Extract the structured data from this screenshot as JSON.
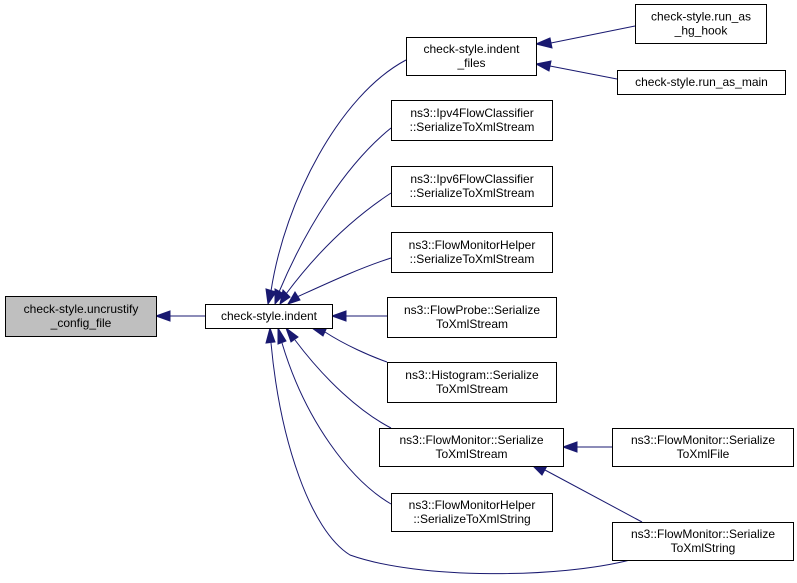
{
  "graph": {
    "nodes": [
      {
        "id": "uncrustify",
        "lines": [
          "check-style.uncrustify",
          "_config_file"
        ],
        "highlighted": true
      },
      {
        "id": "indent",
        "lines": [
          "check-style.indent"
        ]
      },
      {
        "id": "indent_files",
        "lines": [
          "check-style.indent",
          "_files"
        ]
      },
      {
        "id": "run_as_hg_hook",
        "lines": [
          "check-style.run_as",
          "_hg_hook"
        ]
      },
      {
        "id": "run_as_main",
        "lines": [
          "check-style.run_as_main"
        ]
      },
      {
        "id": "ipv4",
        "lines": [
          "ns3::Ipv4FlowClassifier",
          "::SerializeToXmlStream"
        ]
      },
      {
        "id": "ipv6",
        "lines": [
          "ns3::Ipv6FlowClassifier",
          "::SerializeToXmlStream"
        ]
      },
      {
        "id": "fmhelper_stream",
        "lines": [
          "ns3::FlowMonitorHelper",
          "::SerializeToXmlStream"
        ]
      },
      {
        "id": "probe",
        "lines": [
          "ns3::FlowProbe::Serialize",
          "ToXmlStream"
        ]
      },
      {
        "id": "histogram",
        "lines": [
          "ns3::Histogram::Serialize",
          "ToXmlStream"
        ]
      },
      {
        "id": "fm_stream",
        "lines": [
          "ns3::FlowMonitor::Serialize",
          "ToXmlStream"
        ]
      },
      {
        "id": "fm_file",
        "lines": [
          "ns3::FlowMonitor::Serialize",
          "ToXmlFile"
        ]
      },
      {
        "id": "fmhelper_string",
        "lines": [
          "ns3::FlowMonitorHelper",
          "::SerializeToXmlString"
        ]
      },
      {
        "id": "fm_string",
        "lines": [
          "ns3::FlowMonitor::Serialize",
          "ToXmlString"
        ]
      }
    ],
    "edges": [
      {
        "from": "uncrustify",
        "to": "indent"
      },
      {
        "from": "indent",
        "to": "indent_files"
      },
      {
        "from": "indent",
        "to": "ipv4"
      },
      {
        "from": "indent",
        "to": "ipv6"
      },
      {
        "from": "indent",
        "to": "fmhelper_stream"
      },
      {
        "from": "indent",
        "to": "probe"
      },
      {
        "from": "indent",
        "to": "histogram"
      },
      {
        "from": "indent",
        "to": "fm_stream"
      },
      {
        "from": "indent",
        "to": "fmhelper_string"
      },
      {
        "from": "indent",
        "to": "fm_string"
      },
      {
        "from": "indent_files",
        "to": "run_as_hg_hook"
      },
      {
        "from": "indent_files",
        "to": "run_as_main"
      },
      {
        "from": "fm_stream",
        "to": "fm_file"
      },
      {
        "from": "fm_stream",
        "to": "fm_string"
      }
    ],
    "colors": {
      "edge": "#191970",
      "highlight_fill": "#bfbfbf",
      "node_fill": "#ffffff",
      "border": "#000000"
    }
  }
}
